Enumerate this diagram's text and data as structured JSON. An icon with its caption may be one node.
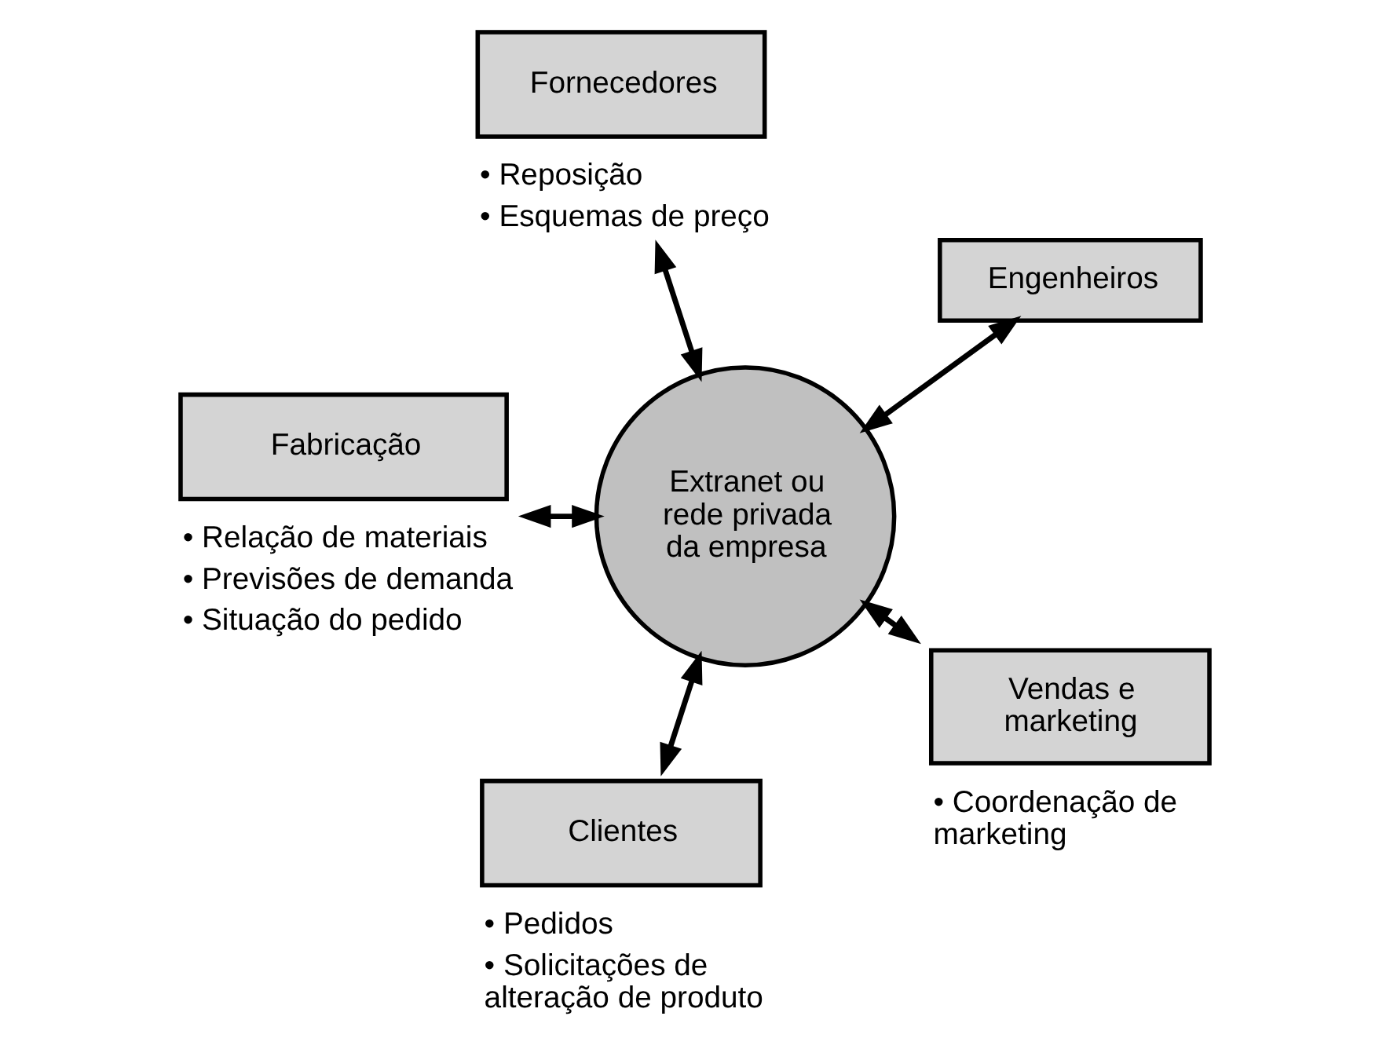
{
  "diagram": {
    "nodes": [
      {
        "text": [
          "Engenheiros"
        ]
      },
      {
        "text": [
          "Fornecedores"
        ],
        "beside": [
          "• Reposição",
          "• Esquemas de preço"
        ]
      },
      {
        "text": [
          "Fabricação"
        ],
        "beside": [
          "• Relação de materiais",
          "• Previsões de demanda",
          "• Situação do pedido"
        ]
      },
      {
        "text": [
          "Extranet ou rede privada da empresa"
        ]
      },
      {
        "text": [
          "Clientes"
        ],
        "beside": [
          "• Pedidos",
          "• Solicitações de alteração de produto"
        ]
      },
      {
        "text": [
          "Vendas e marketing"
        ],
        "beside": [
          "• Coordenação de marketing"
        ]
      }
    ],
    "edges": [
      {
        "from": 3,
        "to": 0,
        "arrow": "both"
      },
      {
        "from": 3,
        "to": 1,
        "arrow": "both"
      },
      {
        "from": 3,
        "to": 2,
        "arrow": "both"
      },
      {
        "from": 3,
        "to": 4,
        "arrow": "both"
      },
      {
        "from": 3,
        "to": 5,
        "arrow": "both"
      }
    ]
  }
}
